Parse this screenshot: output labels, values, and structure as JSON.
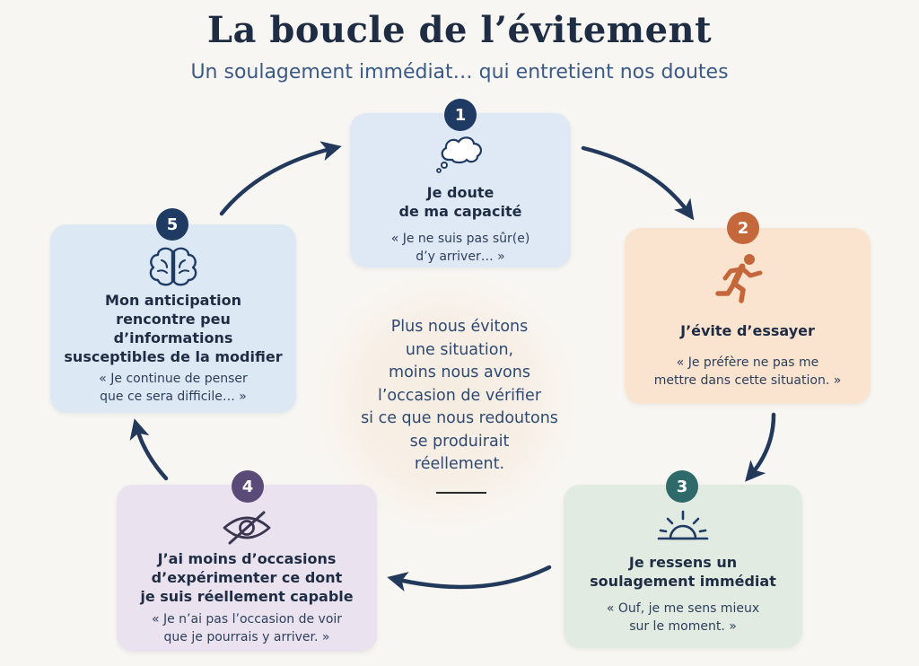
{
  "header": {
    "title": "La boucle de l’évitement",
    "subtitle": "Un soulagement immédiat… qui entretient nos doutes"
  },
  "center": {
    "lines": [
      "Plus nous évitons",
      "une situation,",
      "moins nous avons",
      "l’occasion de vérifier",
      "si ce que nous redoutons",
      "se produirait",
      "réellement."
    ]
  },
  "steps": [
    {
      "number": "1",
      "icon": "thought-cloud-icon",
      "color": "#1f3a63",
      "bg": "#dfe8f5",
      "title_lines": [
        "Je doute",
        "de ma capacité"
      ],
      "quote_lines": [
        "« Je ne suis pas sûr(e)",
        "d’y arriver… »"
      ]
    },
    {
      "number": "2",
      "icon": "running-person-icon",
      "color": "#c4673a",
      "bg": "#fae4cf",
      "title_lines": [
        "J’évite d’essayer"
      ],
      "quote_lines": [
        "« Je préfère ne pas me",
        "mettre dans cette situation. »"
      ]
    },
    {
      "number": "3",
      "icon": "sunrise-icon",
      "color": "#2f6a6a",
      "bg": "#e2ebe2",
      "title_lines": [
        "Je ressens un",
        "soulagement immédiat"
      ],
      "quote_lines": [
        "« Ouf, je me sens mieux",
        "sur le moment. »"
      ]
    },
    {
      "number": "4",
      "icon": "eye-crossed-icon",
      "color": "#5a4a78",
      "bg": "#ebe2f0",
      "title_lines": [
        "J’ai moins d’occasions",
        "d’expérimenter ce dont",
        "je suis réellement capable"
      ],
      "quote_lines": [
        "« Je n’ai pas l’occasion de voir",
        "que je pourrais y arriver. »"
      ]
    },
    {
      "number": "5",
      "icon": "brain-icon",
      "color": "#1f3a63",
      "bg": "#dde8f5",
      "title_lines": [
        "Mon anticipation",
        "rencontre peu",
        "d’informations",
        "susceptibles de la modifier"
      ],
      "quote_lines": [
        "« Je continue de penser",
        "que ce sera difficile… »"
      ]
    }
  ],
  "colors": {
    "arrow": "#23395b",
    "background": "#f8f6f2"
  }
}
